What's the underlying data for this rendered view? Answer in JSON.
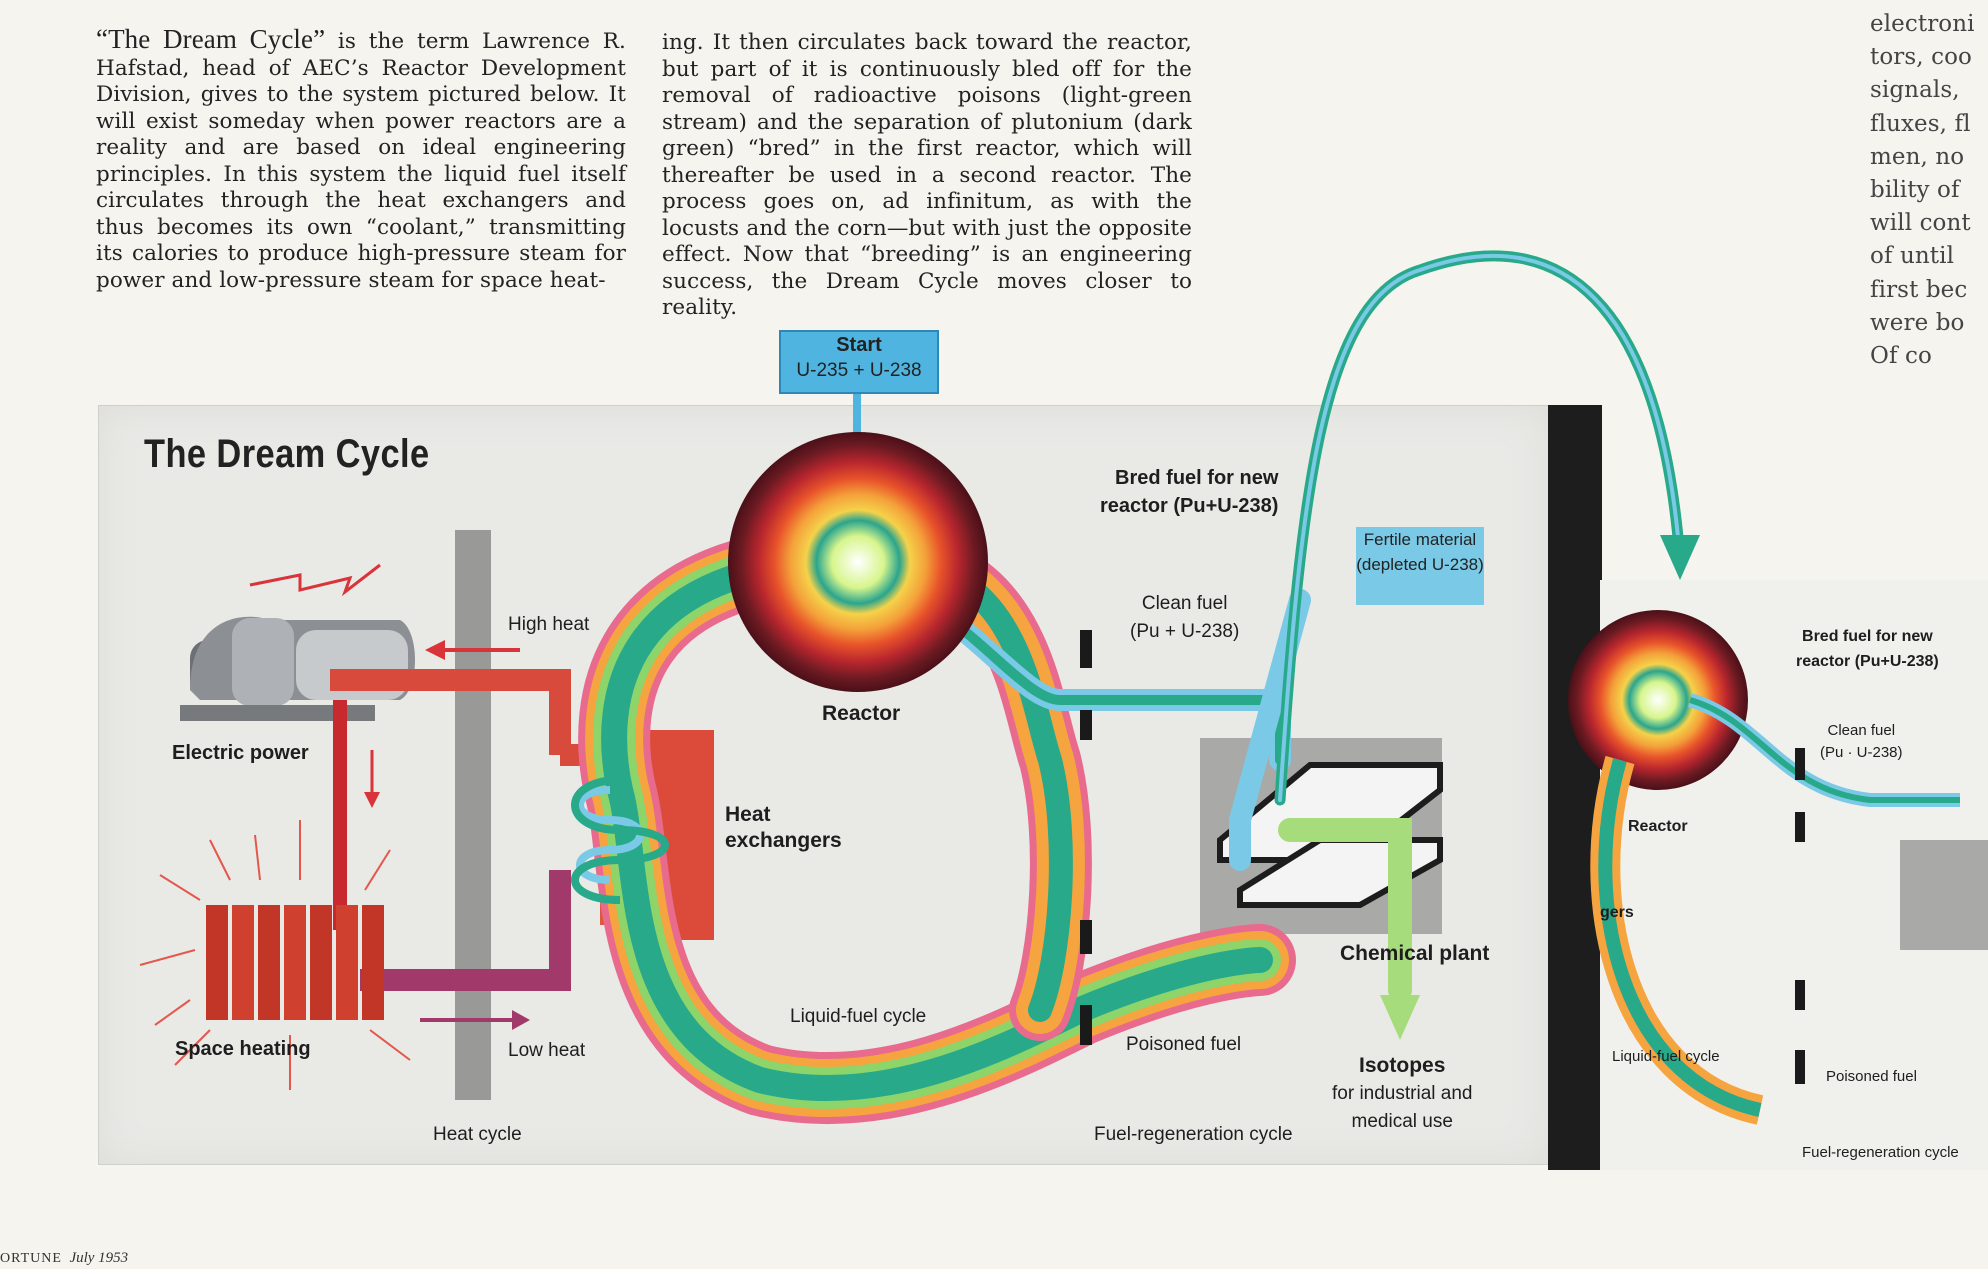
{
  "article": {
    "col1_lead": "“The Dream Cycle”",
    "col1_text": " is the term Lawrence R. Hafstad, head of AEC’s Reactor Development Division, gives to the system pictured below. It will exist someday when power reactors are a reality and are based on ideal engineering principles. In this system the liquid fuel itself circulates through the heat exchangers and thus becomes its own “coolant,” transmitting its calories to produce high-pressure steam for power and low-pressure steam for space heat-",
    "col2_text": "ing. It then circulates back toward the reactor, but part of it is continuously bled off for the removal of radioactive poisons (light-green stream) and the separation of plutonium (dark green) “bred” in the first reactor, which will thereafter be used in a second reactor. The process goes on, ad infinitum, as with the locusts and the corn—but with just the opposite effect. Now that “breeding” is an engineering success, the Dream Cycle moves closer to reality.",
    "col3_lines": [
      "electroni",
      "tors, coo",
      "signals, ",
      "fluxes, fl",
      "men, no",
      "bility of",
      "will cont",
      "of until",
      "first bec",
      "were bo",
      "Of co"
    ]
  },
  "diagram": {
    "title": "The Dream Cycle",
    "start_label": "Start",
    "start_sub": "U-235 + U-238",
    "reactor_label": "Reactor",
    "heat_exchangers_1": "Heat",
    "heat_exchangers_2": "exchangers",
    "electric_power": "Electric power",
    "space_heating": "Space heating",
    "high_heat": "High heat",
    "low_heat": "Low heat",
    "heat_cycle": "Heat cycle",
    "liquid_fuel_cycle": "Liquid-fuel cycle",
    "bred_fuel_1": "Bred fuel for new",
    "bred_fuel_2": "reactor (Pu+U-238)",
    "clean_fuel_1": "Clean fuel",
    "clean_fuel_2": "(Pu + U-238)",
    "fertile_1": "Fertile material",
    "fertile_2": "(depleted U-238)",
    "chemical_plant": "Chemical plant",
    "poisoned_fuel": "Poisoned fuel",
    "isotopes": "Isotopes",
    "isotopes_sub1": "for industrial and",
    "isotopes_sub2": "medical use",
    "fuel_regen_cycle": "Fuel-regeneration cycle"
  },
  "diagram2": {
    "bred_fuel_1": "Bred fuel for new",
    "bred_fuel_2": "reactor (Pu+U-238)",
    "clean_fuel_1": "Clean fuel",
    "clean_fuel_2": "(Pu · U-238)",
    "reactor_label": "Reactor",
    "gers": "gers",
    "liquid_fuel_cycle": "Liquid-fuel cycle",
    "poisoned_fuel": "Poisoned fuel",
    "fuel_regen_cycle": "Fuel-regeneration cycle"
  },
  "footer": {
    "magazine": "ORTUNE",
    "date": "July 1953"
  }
}
